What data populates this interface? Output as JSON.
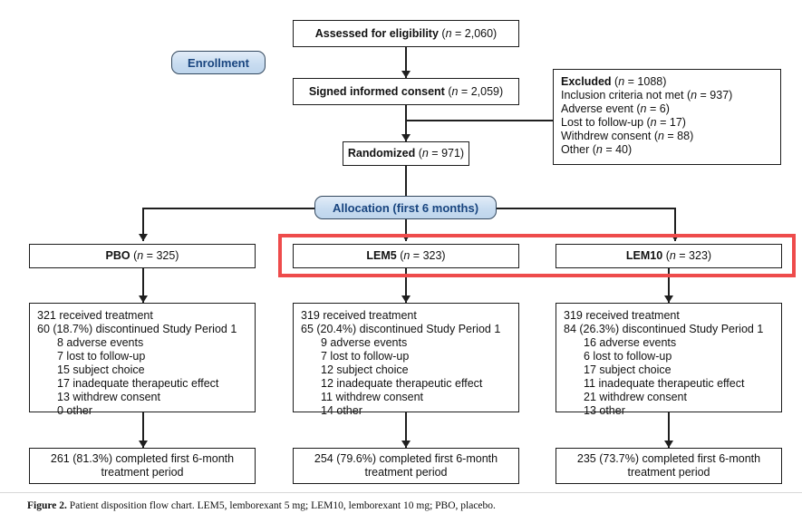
{
  "figure": {
    "caption_label": "Figure 2.",
    "caption_text": "Patient disposition flow chart. LEM5, lemborexant 5 mg; LEM10, lemborexant 10 mg; PBO, placebo."
  },
  "stages": {
    "enrollment": "Enrollment",
    "allocation": "Allocation (first 6 months)"
  },
  "colors": {
    "badge_fill": "#c8dcf0",
    "badge_text": "#19457f",
    "badge_border": "#33485e",
    "highlight": "#ee4b4b",
    "box_border": "#1c1c1c",
    "connector": "#1f1f1f"
  },
  "nodes": {
    "assessed": {
      "bold": "Assessed for eligibility",
      "n_prefix": "(",
      "n_italic": "n",
      "n_value": " = 2,060)"
    },
    "consent": {
      "bold": "Signed informed consent",
      "n_prefix": "(",
      "n_italic": "n",
      "n_value": " = 2,059)"
    },
    "randomized": {
      "bold": "Randomized",
      "n_prefix": "(",
      "n_italic": "n",
      "n_value": " = 971)"
    },
    "excluded": {
      "title_bold": "Excluded",
      "title_n_italic": "n",
      "title_n_value": " = 1088)",
      "reasons": [
        {
          "text": "Inclusion criteria not met (",
          "n": "n",
          "value": " = 937)"
        },
        {
          "text": "Adverse event (",
          "n": "n",
          "value": " = 6)"
        },
        {
          "text": "Lost to follow-up (",
          "n": "n",
          "value": " = 17)"
        },
        {
          "text": "Withdrew consent (",
          "n": "n",
          "value": " = 88)"
        },
        {
          "text": "Other (",
          "n": "n",
          "value": " = 40)"
        }
      ]
    }
  },
  "arms": [
    {
      "id": "pbo",
      "label_bold": "PBO",
      "label_n_italic": "n",
      "label_n_value": " = 325)",
      "detail": {
        "received": "321 received treatment",
        "discontinued": "60 (18.7%) discontinued Study Period 1",
        "reasons": [
          "8 adverse events",
          "7 lost to follow-up",
          "15 subject choice",
          "17 inadequate therapeutic effect",
          "13 withdrew consent",
          "0 other"
        ]
      },
      "completed_line1": "261 (81.3%) completed first 6-month",
      "completed_line2": "treatment period"
    },
    {
      "id": "lem5",
      "label_bold": "LEM5",
      "label_n_italic": "n",
      "label_n_value": " = 323)",
      "detail": {
        "received": "319 received treatment",
        "discontinued": "65 (20.4%) discontinued Study Period 1",
        "reasons": [
          "9 adverse events",
          "7 lost to follow-up",
          "12 subject choice",
          "12 inadequate therapeutic effect",
          "11 withdrew consent",
          "14 other"
        ]
      },
      "completed_line1": "254 (79.6%) completed first 6-month",
      "completed_line2": "treatment period"
    },
    {
      "id": "lem10",
      "label_bold": "LEM10",
      "label_n_italic": "n",
      "label_n_value": " = 323)",
      "detail": {
        "received": "319 received treatment",
        "discontinued": "84 (26.3%) discontinued Study Period 1",
        "reasons": [
          "16 adverse events",
          "6 lost to follow-up",
          "17 subject choice",
          "11 inadequate therapeutic effect",
          "21 withdrew consent",
          "13 other"
        ]
      },
      "completed_line1": "235 (73.7%) completed first 6-month",
      "completed_line2": "treatment period"
    }
  ]
}
